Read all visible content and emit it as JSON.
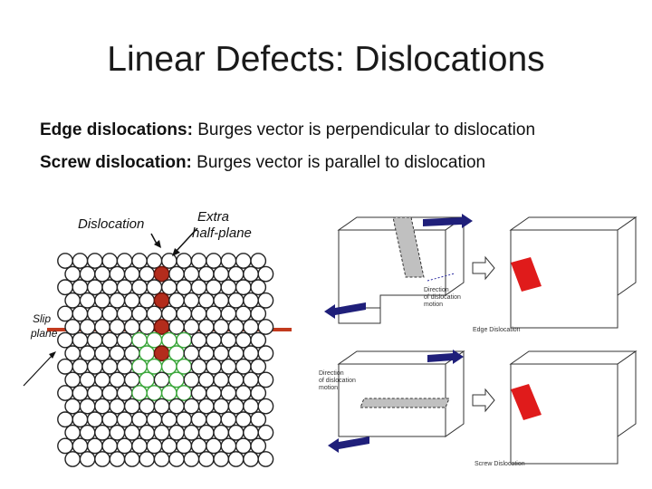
{
  "title": "Linear Defects: Dislocations",
  "lines": [
    {
      "term": "Edge dislocations:",
      "text": " Burges vector is perpendicular to dislocation"
    },
    {
      "term": "Screw dislocation:",
      "text": " Burges vector is parallel to dislocation"
    }
  ],
  "atom_figure": {
    "dislocation_label": "Dislocation",
    "extra_label_1": "Extra",
    "extra_label_2": "half-plane",
    "slip_label_1": "Slip",
    "slip_label_2": "plane",
    "colors": {
      "extra": "#b32c1c",
      "green": "#3aa63a",
      "slip": "#c23a1e"
    }
  },
  "block_figure": {
    "edge_caption": "Edge Dislocation",
    "screw_caption": "Screw Dislocation",
    "direction_edge": [
      "Direction",
      "of dislocation",
      "motion"
    ],
    "direction_screw": [
      "Direction",
      "of dislocation",
      "motion"
    ],
    "colors": {
      "arrow": "#1f1f7a",
      "step": "#e01b1b",
      "shade": "#c0c0c0"
    }
  }
}
